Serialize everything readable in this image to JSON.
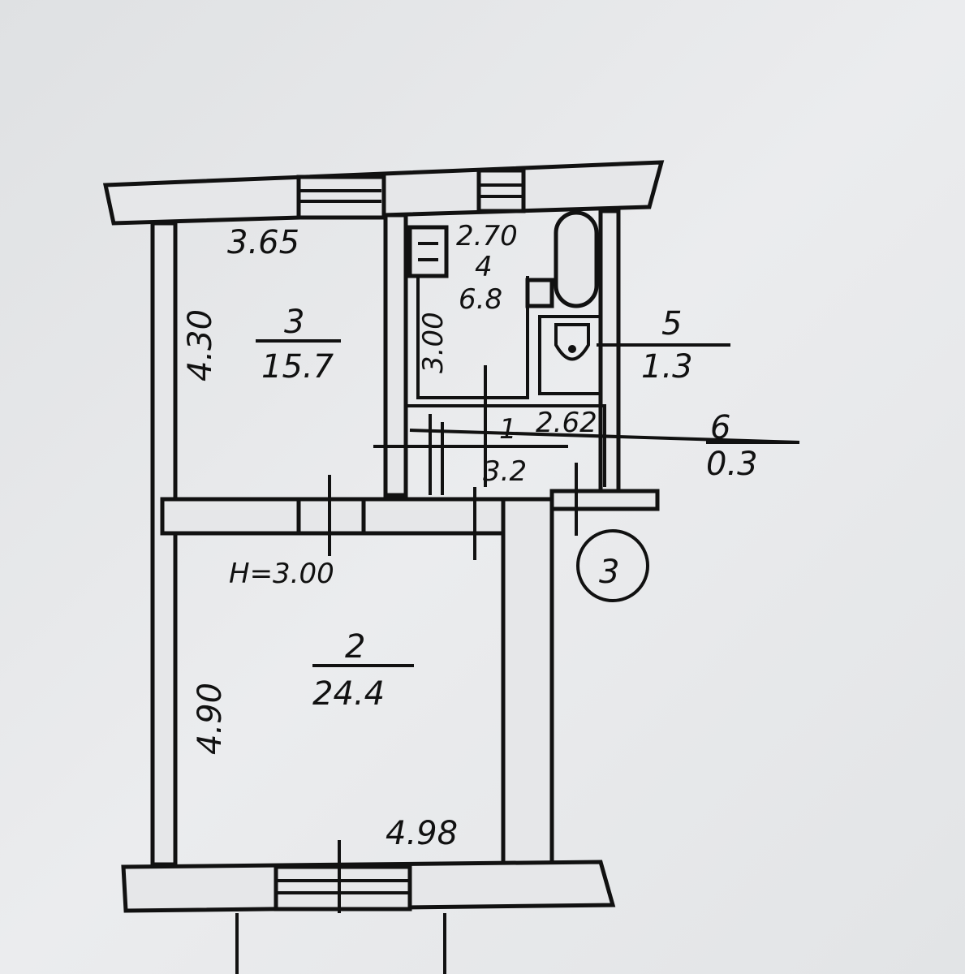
{
  "plan": {
    "ceiling_height": "H=3.00",
    "apartment_number": "3",
    "rooms": [
      {
        "number": "3",
        "area": "15.7",
        "width": "3.65",
        "length": "4.30"
      },
      {
        "number": "2",
        "area": "24.4",
        "width": "4.98",
        "length": "4.90"
      },
      {
        "number": "4",
        "area": "6.8",
        "width": "2.70",
        "length": "3.00"
      },
      {
        "number": "5",
        "area": "1.3"
      },
      {
        "number": "1",
        "area": "3.2",
        "width": "2.62"
      },
      {
        "number": "6",
        "area": "0.3"
      }
    ]
  }
}
